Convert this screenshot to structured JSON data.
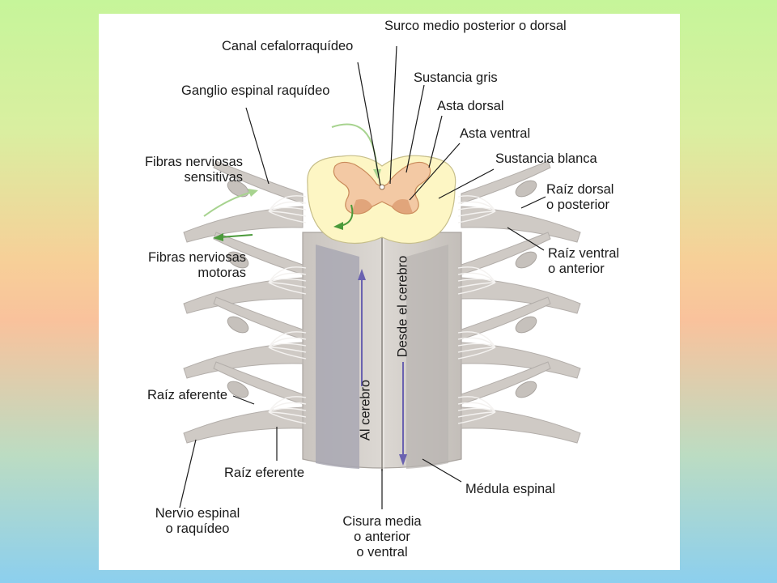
{
  "labels": {
    "surco_medio": "Surco medio posterior o dorsal",
    "canal": "Canal cefalorraquídeo",
    "sustancia_gris": "Sustancia gris",
    "ganglio": "Ganglio espinal raquídeo",
    "asta_dorsal": "Asta dorsal",
    "asta_ventral": "Asta ventral",
    "sustancia_blanca": "Sustancia blanca",
    "fibras_sensitivas_1": "Fibras nerviosas",
    "fibras_sensitivas_2": "sensitivas",
    "raiz_dorsal_1": "Raíz dorsal",
    "raiz_dorsal_2": "o posterior",
    "fibras_motoras_1": "Fibras nerviosas",
    "fibras_motoras_2": "motoras",
    "raiz_ventral_1": "Raíz ventral",
    "raiz_ventral_2": "o anterior",
    "raiz_aferente": "Raíz aferente",
    "raiz_eferente": "Raíz eferente",
    "medula": "Médula espinal",
    "nervio_1": "Nervio espinal",
    "nervio_2": "o raquídeo",
    "cisura_1": "Cisura media",
    "cisura_2": "o anterior",
    "cisura_3": "o ventral",
    "al_cerebro": "Al cerebro",
    "desde_cerebro": "Desde el cerebro"
  },
  "colors": {
    "panel": "#ffffff",
    "cord_tissue": "#cfcac5",
    "cord_dark": "#b3aeaa",
    "ascending_tract": "#a8a8b4",
    "white_matter": "#fdf6c4",
    "gray_matter": "#f3c9a4",
    "gray_matter_shade": "#d9966a",
    "arrow_blue": "#6a62b0",
    "arrow_green": "#4a9a3a"
  }
}
